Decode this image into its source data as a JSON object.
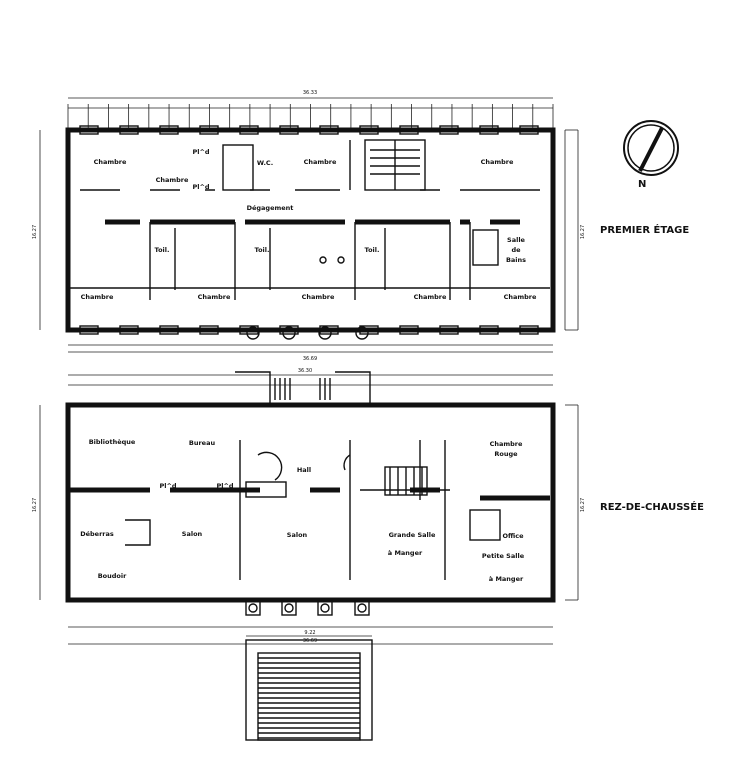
{
  "compass": {
    "north_label": "N"
  },
  "premier_etage": {
    "title": "PREMIER ÉTAGE",
    "overall_top": "36.33",
    "overall_bottom": "36.69",
    "depth_left": "16.27",
    "depth_right": "16.27",
    "rooms": [
      {
        "label": "Chambre"
      },
      {
        "label": "Chambre"
      },
      {
        "label": "Pl^d"
      },
      {
        "label": "Pl^d"
      },
      {
        "label": "W.C."
      },
      {
        "label": "Chambre"
      },
      {
        "label": "Chambre"
      },
      {
        "label": "Dégagement"
      },
      {
        "label": "Toil."
      },
      {
        "label": "Toil."
      },
      {
        "label": "Toil."
      },
      {
        "label": "Salle"
      },
      {
        "label": "de"
      },
      {
        "label": "Bains"
      },
      {
        "label": "Chambre"
      },
      {
        "label": "Chambre"
      },
      {
        "label": "Chambre"
      },
      {
        "label": "Chambre"
      },
      {
        "label": "Chambre"
      }
    ]
  },
  "rez_de_chaussee": {
    "title": "REZ-DE-CHAUSSÉE",
    "overall_top": "36.30",
    "terrace_width": "9.22",
    "overall_bottom": "36.69",
    "depth_left": "16.27",
    "depth_right": "16.27",
    "rooms": [
      {
        "label": "Bibliothèque"
      },
      {
        "label": "Bureau"
      },
      {
        "label": "Hall"
      },
      {
        "label": "Pl^d"
      },
      {
        "label": "Pl^d"
      },
      {
        "label": "Déberras"
      },
      {
        "label": "Salon"
      },
      {
        "label": "Salon"
      },
      {
        "label": "Grande Salle"
      },
      {
        "label": "à Manger"
      },
      {
        "label": "Chambre"
      },
      {
        "label": "Rouge"
      },
      {
        "label": "Office"
      },
      {
        "label": "Petite Salle"
      },
      {
        "label": "à Manger"
      },
      {
        "label": "Boudoir"
      }
    ]
  }
}
